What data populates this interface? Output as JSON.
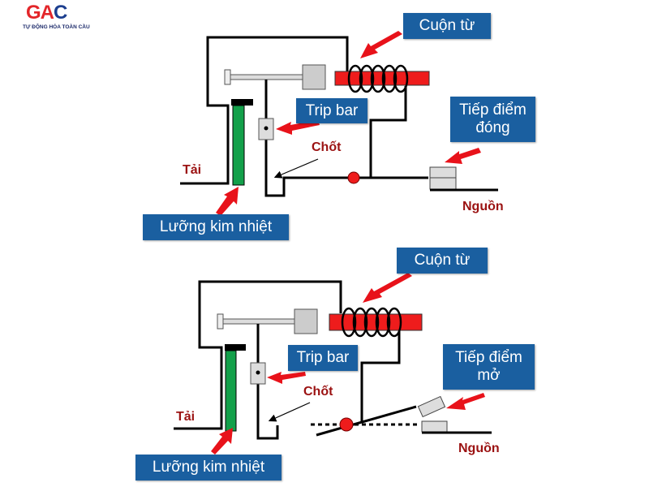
{
  "logo": {
    "mark_g": "G",
    "mark_a": "A",
    "mark_c": "C",
    "subtitle": "TỰ ĐỘNG HÓA TOÀN CẦU"
  },
  "colors": {
    "label_bg": "#1a5fa0",
    "coil": "#ee1c1c",
    "bimetal": "#13a04a",
    "arrow": "#e8121a",
    "text_red": "#9b1212"
  },
  "top_diagram": {
    "state": "closed",
    "labels": {
      "coil": "Cuộn từ",
      "trip_bar": "Trip bar",
      "contact_line1": "Tiếp điểm",
      "contact_line2": "đóng",
      "latch": "Chốt",
      "load": "Tải",
      "source": "Nguồn",
      "bimetal": "Lưỡng kim nhiệt"
    }
  },
  "bottom_diagram": {
    "state": "open",
    "labels": {
      "coil": "Cuộn từ",
      "trip_bar": "Trip bar",
      "contact_line1": "Tiếp điểm",
      "contact_line2": "mở",
      "latch": "Chốt",
      "load": "Tải",
      "source": "Nguồn",
      "bimetal": "Lưỡng kim nhiệt"
    }
  }
}
